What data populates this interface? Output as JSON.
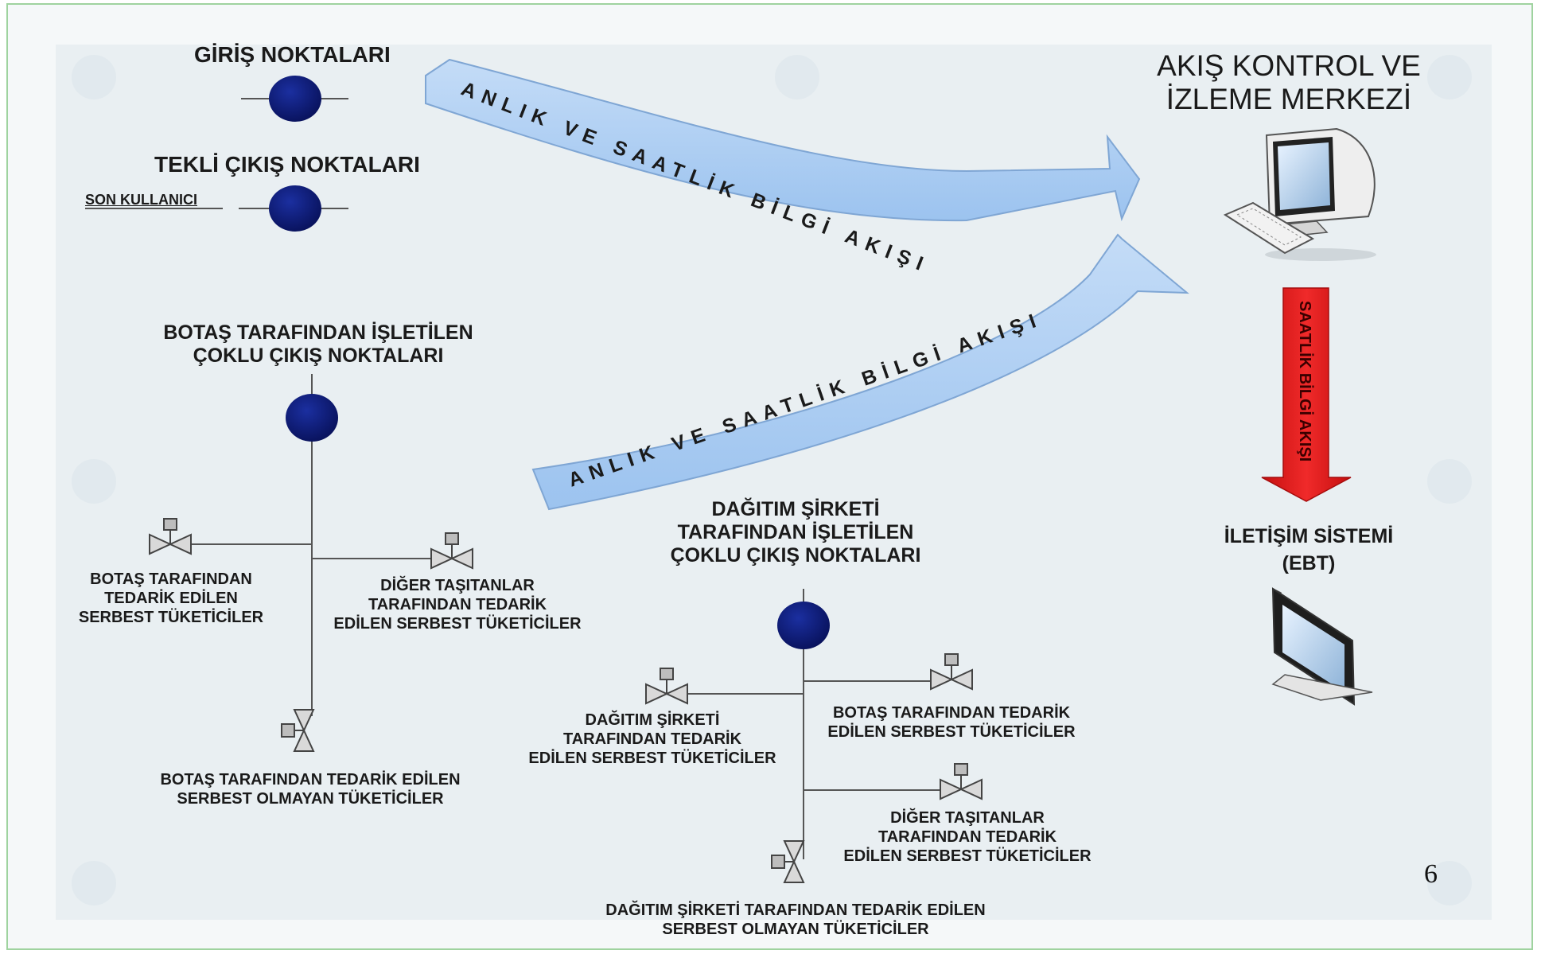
{
  "labels": {
    "giris": "GİRİŞ NOKTALARI",
    "tekli": "TEKLİ ÇIKIŞ NOKTALARI",
    "son_kullanici": "SON KULLANICI",
    "center_line1": "AKIŞ KONTROL VE",
    "center_line2": "İZLEME MERKEZİ",
    "botas_multi_line1": "BOTAŞ TARAFINDAN İŞLETİLEN",
    "botas_multi_line2": "ÇOKLU ÇIKIŞ NOKTALARI",
    "dagitim_multi_line1": "DAĞITIM ŞİRKETİ",
    "dagitim_multi_line2": "TARAFINDAN İŞLETİLEN",
    "dagitim_multi_line3": "ÇOKLU ÇIKIŞ NOKTALARI",
    "comm_line1": "İLETİŞİM SİSTEMİ",
    "comm_line2": "(EBT)",
    "botas_free_line1": "BOTAŞ TARAFINDAN",
    "botas_free_line2": "TEDARİK EDİLEN",
    "botas_free_line3": "SERBEST TÜKETİCİLER",
    "other_free_line1": "DİĞER TAŞITANLAR",
    "other_free_line2": "TARAFINDAN TEDARİK",
    "other_free_line3": "EDİLEN SERBEST TÜKETİCİLER",
    "botas_nonfree_line1": "BOTAŞ TARAFINDAN TEDARİK EDİLEN",
    "botas_nonfree_line2": "SERBEST OLMAYAN TÜKETİCİLER",
    "dist_free_line1": "DAĞITIM ŞİRKETİ",
    "dist_free_line2": "TARAFINDAN TEDARİK",
    "dist_free_line3": "EDİLEN SERBEST TÜKETİCİLER",
    "dist_botas_line1": "BOTAŞ TARAFINDAN TEDARİK",
    "dist_botas_line2": "EDİLEN SERBEST TÜKETİCİLER",
    "dist_other_line1": "DİĞER TAŞITANLAR",
    "dist_other_line2": "TARAFINDAN TEDARİK",
    "dist_other_line3": "EDİLEN SERBEST TÜKETİCİLER",
    "dist_nonfree_line1": "DAĞITIM ŞİRKETİ TARAFINDAN TEDARİK EDİLEN",
    "dist_nonfree_line2": "SERBEST OLMAYAN TÜKETİCİLER"
  },
  "arrows": {
    "top": "ANLIK VE SAATLİK BİLGİ AKIŞI",
    "bottom": "ANLIK VE SAATLİK BİLGİ AKIŞI",
    "vertical": "SAATLİK BİLGİ AKIŞI"
  },
  "page_number": "6",
  "colors": {
    "node": "#0d1a6e",
    "arrow_blue": "#aacdf3",
    "arrow_red": "#e11a1a",
    "line": "#555555"
  },
  "icons": {
    "computer": "desktop-computer-icon",
    "monitor": "monitor-icon",
    "valve": "valve-icon"
  }
}
